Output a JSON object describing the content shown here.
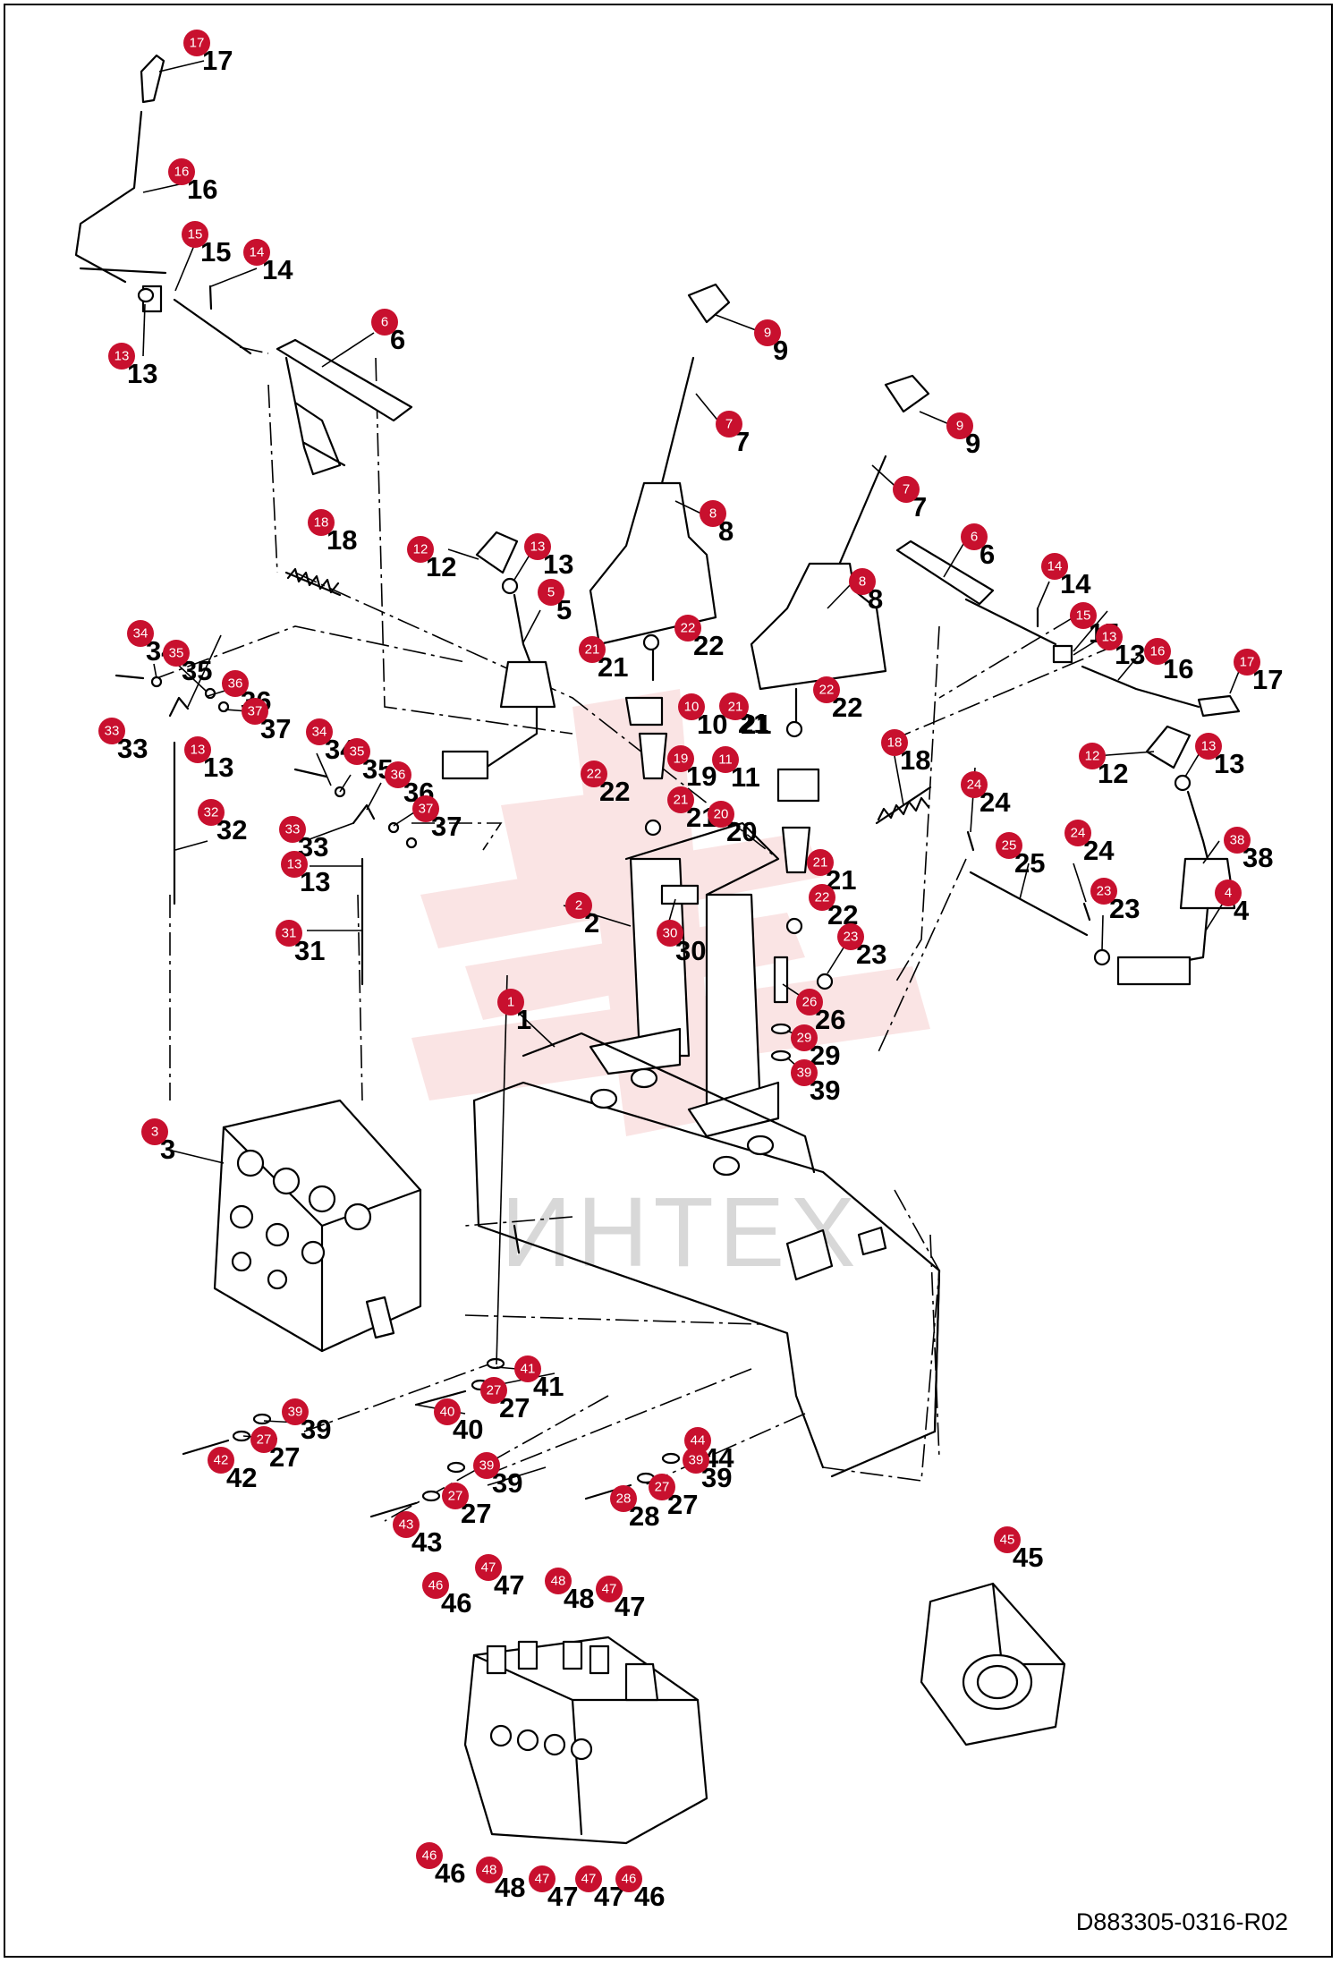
{
  "watermark": "ИНТЕХ",
  "drawing_code": "D883305-0316-R02",
  "colors": {
    "badge": "#c8102e",
    "watermark_mark": "#f2b3b3",
    "line": "#000000"
  },
  "callouts": [
    {
      "n": "17"
    },
    {
      "n": "16"
    },
    {
      "n": "15"
    },
    {
      "n": "14"
    },
    {
      "n": "13"
    },
    {
      "n": "6"
    },
    {
      "n": "9"
    },
    {
      "n": "7"
    },
    {
      "n": "8"
    },
    {
      "n": "9"
    },
    {
      "n": "7"
    },
    {
      "n": "6"
    },
    {
      "n": "8"
    },
    {
      "n": "18"
    },
    {
      "n": "12"
    },
    {
      "n": "13"
    },
    {
      "n": "5"
    },
    {
      "n": "14"
    },
    {
      "n": "15"
    },
    {
      "n": "13"
    },
    {
      "n": "16"
    },
    {
      "n": "17"
    },
    {
      "n": "22"
    },
    {
      "n": "21"
    },
    {
      "n": "22"
    },
    {
      "n": "21"
    },
    {
      "n": "34"
    },
    {
      "n": "35"
    },
    {
      "n": "36"
    },
    {
      "n": "37"
    },
    {
      "n": "33"
    },
    {
      "n": "13"
    },
    {
      "n": "10"
    },
    {
      "n": "21"
    },
    {
      "n": "18"
    },
    {
      "n": "12"
    },
    {
      "n": "13"
    },
    {
      "n": "34"
    },
    {
      "n": "35"
    },
    {
      "n": "36"
    },
    {
      "n": "19"
    },
    {
      "n": "11"
    },
    {
      "n": "22"
    },
    {
      "n": "24"
    },
    {
      "n": "38"
    },
    {
      "n": "21"
    },
    {
      "n": "32"
    },
    {
      "n": "37"
    },
    {
      "n": "20"
    },
    {
      "n": "33"
    },
    {
      "n": "13"
    },
    {
      "n": "25"
    },
    {
      "n": "24"
    },
    {
      "n": "21"
    },
    {
      "n": "4"
    },
    {
      "n": "22"
    },
    {
      "n": "23"
    },
    {
      "n": "2"
    },
    {
      "n": "30"
    },
    {
      "n": "31"
    },
    {
      "n": "23"
    },
    {
      "n": "1"
    },
    {
      "n": "26"
    },
    {
      "n": "29"
    },
    {
      "n": "39"
    },
    {
      "n": "3"
    },
    {
      "n": "41"
    },
    {
      "n": "27"
    },
    {
      "n": "40"
    },
    {
      "n": "39"
    },
    {
      "n": "27"
    },
    {
      "n": "42"
    },
    {
      "n": "44"
    },
    {
      "n": "39"
    },
    {
      "n": "27"
    },
    {
      "n": "28"
    },
    {
      "n": "39"
    },
    {
      "n": "27"
    },
    {
      "n": "43"
    },
    {
      "n": "45"
    },
    {
      "n": "47"
    },
    {
      "n": "46"
    },
    {
      "n": "48"
    },
    {
      "n": "47"
    },
    {
      "n": "46"
    },
    {
      "n": "48"
    },
    {
      "n": "47"
    },
    {
      "n": "47"
    },
    {
      "n": "46"
    }
  ]
}
